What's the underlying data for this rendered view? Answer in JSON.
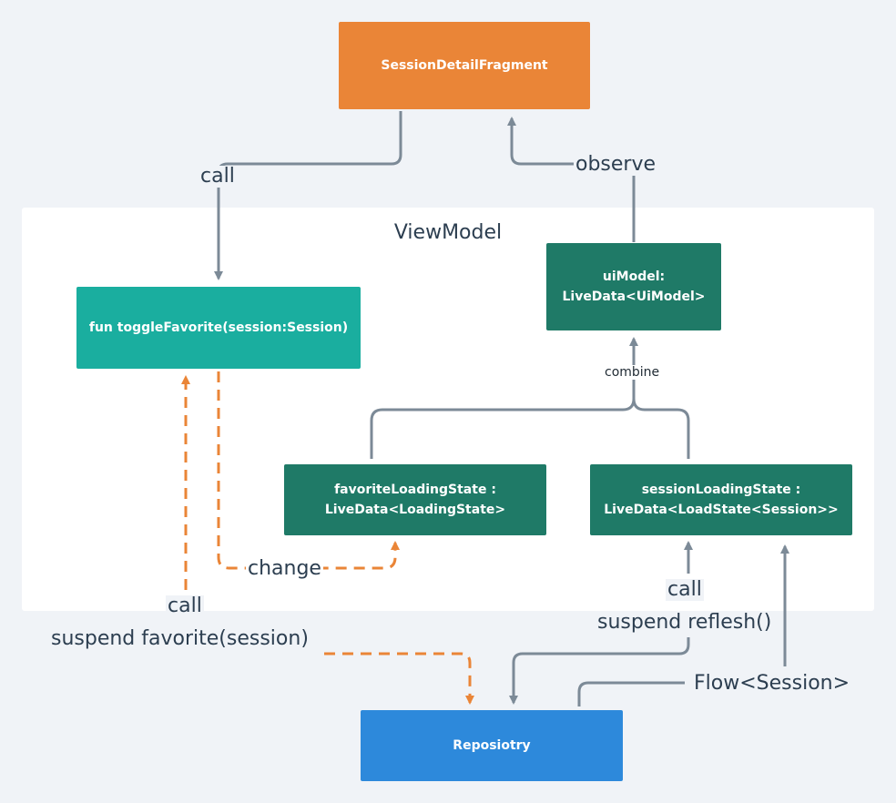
{
  "panel": {
    "title": "ViewModel"
  },
  "nodes": {
    "fragment": {
      "line1": "SessionDetailFragment"
    },
    "toggle": {
      "line1": "fun toggleFavorite(session:Session)"
    },
    "uimodel": {
      "line1": "uiModel:",
      "line2": "LiveData<UiModel>"
    },
    "favstate": {
      "line1": "favoriteLoadingState :",
      "line2": "LiveData<LoadingState>"
    },
    "sesstate": {
      "line1": "sessionLoadingState :",
      "line2": "LiveData<LoadState<Session>>"
    },
    "repo": {
      "line1": "Reposiotry"
    }
  },
  "edge_labels": {
    "call_top": "call",
    "observe": "observe",
    "combine": "combine",
    "change": "change",
    "call_favorite": "call",
    "suspend_favorite": "suspend favorite(session)",
    "call_refresh": "call",
    "suspend_refresh": "suspend reflesh()",
    "flow": "Flow<Session>"
  },
  "colors": {
    "solid_edge": "#7c8a97",
    "dashed_edge": "#ea8537"
  }
}
